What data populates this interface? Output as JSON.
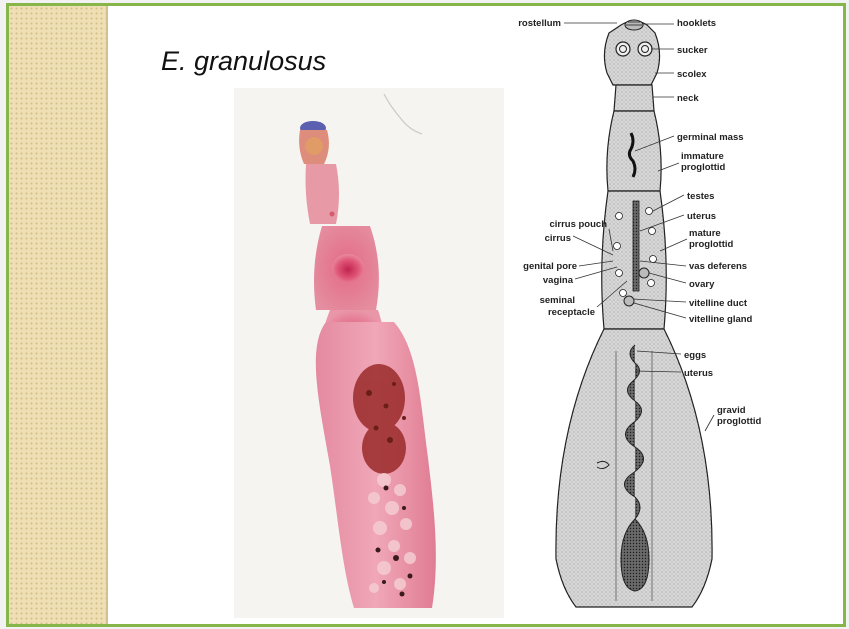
{
  "slide": {
    "title": "E. granulosus",
    "accent_border_color": "#86b64a",
    "side_panel_color": "#efdfb5"
  },
  "diagram": {
    "labels_right": {
      "rostellum": "rostellum",
      "hooklets": "hooklets",
      "sucker": "sucker",
      "scolex": "scolex",
      "neck": "neck",
      "germinal_mass": "germinal mass",
      "immature_1": "immature",
      "immature_2": "proglottid",
      "testes": "testes",
      "uterus_1": "uterus",
      "mature_1": "mature",
      "mature_2": "proglottid",
      "vas_deferens": "vas deferens",
      "ovary": "ovary",
      "vitelline_duct": "vitelline duct",
      "vitelline_gland": "vitelline gland",
      "eggs": "eggs",
      "uterus_2": "uterus",
      "gravid_1": "gravid",
      "gravid_2": "proglottid"
    },
    "labels_left": {
      "cirrus_pouch": "cirrus pouch",
      "cirrus": "cirrus",
      "genital_pore": "genital pore",
      "vagina": "vagina",
      "seminal_1": "seminal",
      "seminal_2": "receptacle"
    }
  }
}
